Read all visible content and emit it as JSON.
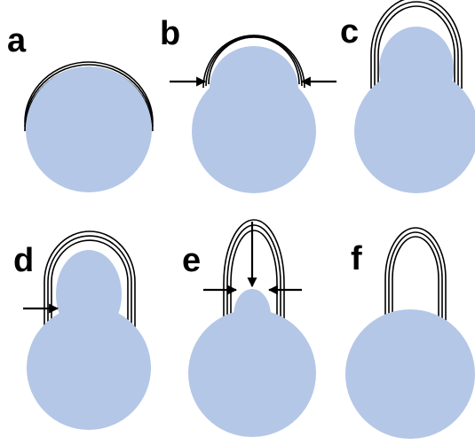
{
  "figure": {
    "colors": {
      "cell_fill": "#b4c7e7",
      "outline": "#000000",
      "background": "#ffffff"
    },
    "panels": [
      {
        "label": "a"
      },
      {
        "label": "b"
      },
      {
        "label": "c"
      },
      {
        "label": "d"
      },
      {
        "label": "e"
      },
      {
        "label": "f"
      }
    ]
  }
}
